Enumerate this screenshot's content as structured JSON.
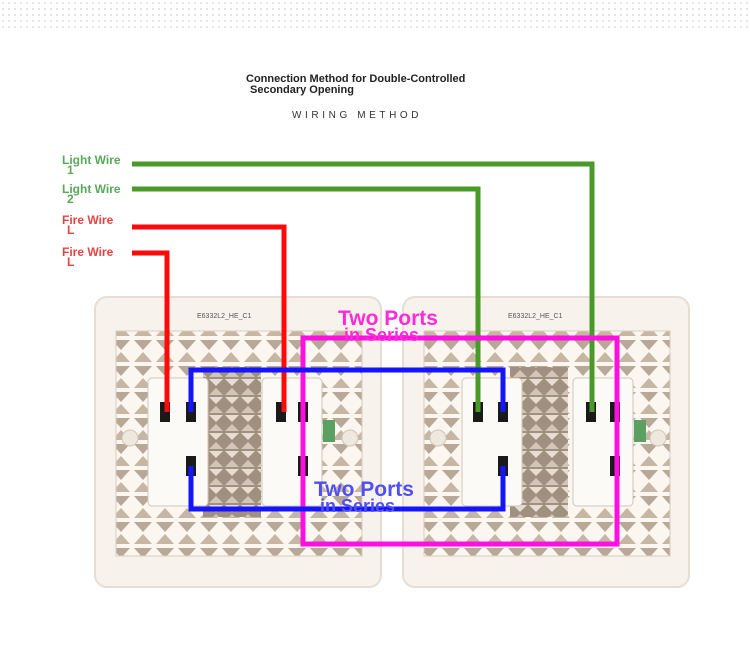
{
  "title": {
    "line1": "Connection Method for Double-Controlled",
    "line2": "Secondary Opening"
  },
  "subtitle": "WIRING METHOD",
  "panels": [
    {
      "model_label": "E6332L2_HE_C1"
    },
    {
      "model_label": "E6332L2_HE_C1"
    }
  ],
  "wire_labels": [
    {
      "name": "Light Wire",
      "sub": "1"
    },
    {
      "name": "Light Wire",
      "sub": "2"
    },
    {
      "name": "Fire Wire",
      "sub": "L"
    },
    {
      "name": "Fire Wire",
      "sub": "L"
    }
  ],
  "series_labels": {
    "magenta": {
      "line1": "Two Ports",
      "line2": "in Series"
    },
    "blue": {
      "line1": "Two Ports",
      "line2": "in Series"
    }
  },
  "colors": {
    "light_wire": "#4a9a2a",
    "fire_wire": "#ff0a0a",
    "series_magenta": "#ff10e0",
    "series_blue": "#1414ff",
    "label_green": "#5aa85a",
    "label_red": "#e84141"
  }
}
